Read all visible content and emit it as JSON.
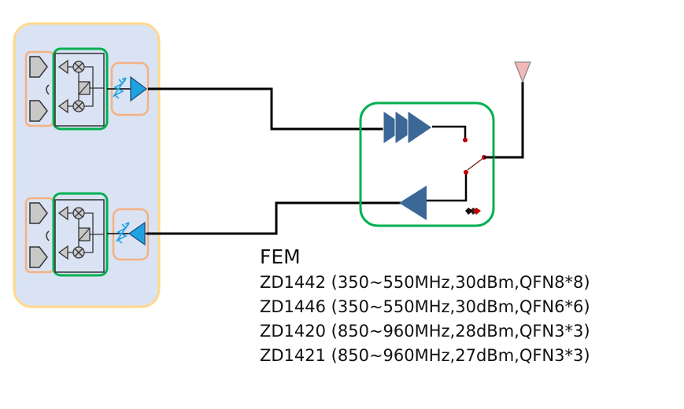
{
  "fem": {
    "title": "FEM",
    "parts": [
      "ZD1442 (350~550MHz,30dBm,QFN8*8)",
      "ZD1446 (350~550MHz,30dBm,QFN6*6)",
      "ZD1420 (850~960MHz,28dBm,QFN3*3)",
      "ZD1421 (850~960MHz,27dBm,QFN3*3)"
    ]
  },
  "colors": {
    "transceiver_fill": "#dae3f3",
    "transceiver_border": "#ffd98a",
    "block_orange": "#f4b183",
    "block_green": "#00b050",
    "amp_blue": "#1fa3e0",
    "fem_amp": "#3b6896",
    "wire": "#000000",
    "switch_dot": "#c00000",
    "antenna": "#f2b8b8"
  },
  "icons": [
    "antenna-icon",
    "amplifier-icon",
    "mixer-icon",
    "filter-icon",
    "attenuator-icon",
    "switch-icon",
    "logo-icon"
  ]
}
